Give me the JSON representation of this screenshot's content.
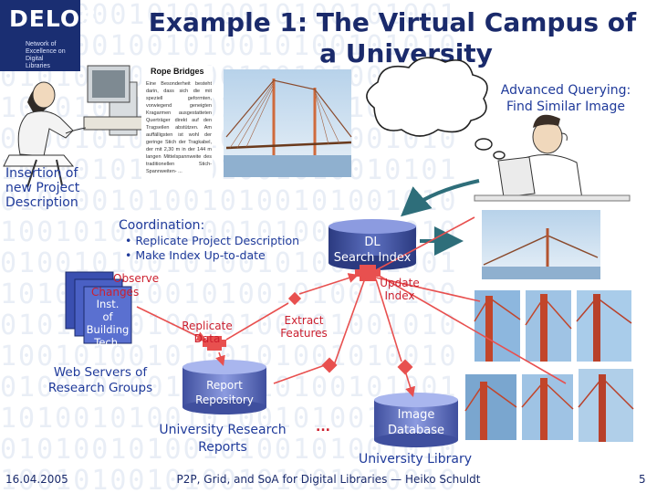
{
  "logo": {
    "word": "DELOS",
    "lines": [
      "Network of",
      "Excellence on",
      "Digital",
      "Libraries"
    ]
  },
  "title": {
    "line1": "Example 1: The Virtual Campus of",
    "line2": "a University"
  },
  "rope_doc": {
    "title": "Rope Bridges",
    "body": "Eine Besonderheit besteht darin, dass sich die mit speziell geformten, vorwiegend geneigten Kragarmen ausgestatteten Querträger direkt auf den Tragseilen abstützen. Am auffälligsten ist wohl der geringe Stich der Tragkabel, der mit 2,30 m in der 144 m langen Mittelspannweite des traditionellen Stich-Spannweiten- ..."
  },
  "labels": {
    "advanced_query_1": "Advanced Querying:",
    "advanced_query_2": "Find Similar Image",
    "insertion_1": "Insertion of",
    "insertion_2": "new Project",
    "insertion_3": "Description",
    "coordination": "Coordination:",
    "bullet_1": "• Replicate Project Description",
    "bullet_2": "• Make Index Up-to-date",
    "dl_index_1": "DL",
    "dl_index_2": "Search Index",
    "update_1": "Update",
    "update_2": "Index",
    "observe_1": "Observe",
    "observe_2": "Changes",
    "inst_1": "Inst.",
    "inst_2": "of",
    "inst_3": "Building",
    "inst_4": "Tech.",
    "replicate_1": "Replicate",
    "replicate_2": "Data",
    "extract_1": "Extract",
    "extract_2": "Features",
    "web_servers_1": "Web Servers of",
    "web_servers_2": "Research Groups",
    "report_1": "Report",
    "report_2": "Repository",
    "univ_research_1": "University Research",
    "univ_research_2": "Reports",
    "dots": "...",
    "image_db_1": "Image",
    "image_db_2": "Database",
    "univ_library": "University Library"
  },
  "footer": {
    "date": "16.04.2005",
    "center": "P2P, Grid, and SoA for Digital Libraries — Heiko Schuldt",
    "page": "5"
  },
  "colors": {
    "navy": "#1a2a6b",
    "blue_text": "#1f3a9a",
    "red_text": "#cc1f2e",
    "cylinder": "#3c4f9a",
    "red_node": "#e8504f",
    "teal_arrow": "#2e6e7a"
  },
  "icons": [
    "delos-logo",
    "person-at-computer-icon",
    "thought-cloud-icon",
    "database-icon",
    "server-stack-icon",
    "red-cross-icon",
    "diamond-node-icon",
    "bridge-photo-icon"
  ]
}
